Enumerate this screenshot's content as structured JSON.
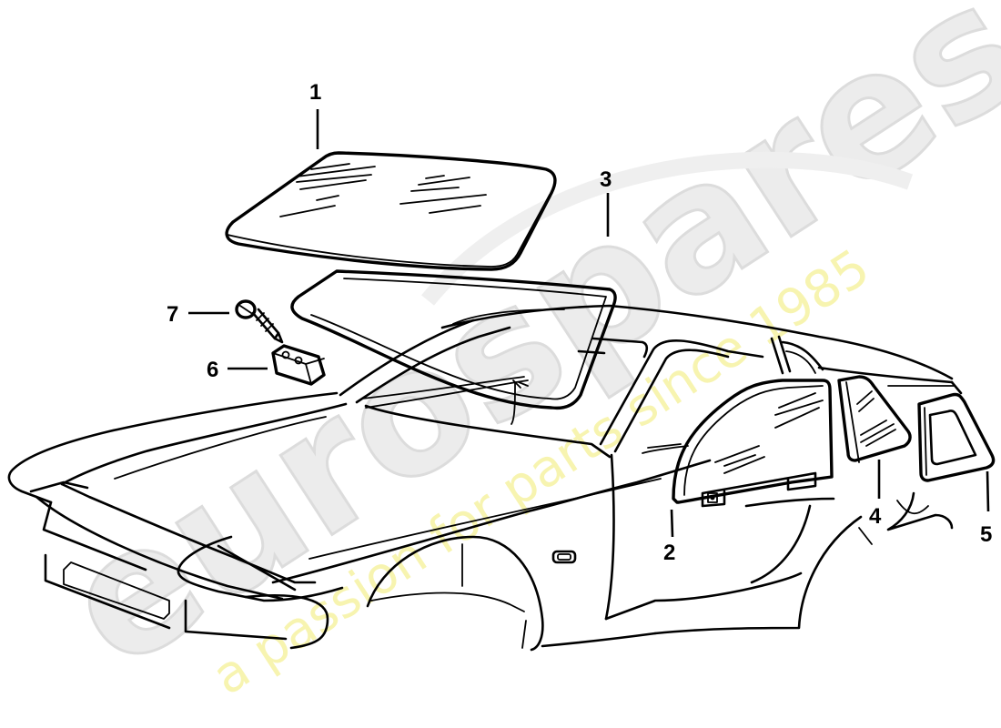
{
  "diagram": {
    "title": "Car body glazing parts diagram",
    "subject": "Coupe body shell with windscreen, door and quarter windows",
    "callouts": [
      {
        "number": "1",
        "part": "windscreen",
        "label": "1"
      },
      {
        "number": "2",
        "part": "door-window-glass",
        "label": "2"
      },
      {
        "number": "3",
        "part": "windscreen-seal",
        "label": "3"
      },
      {
        "number": "4",
        "part": "quarter-vent-window",
        "label": "4"
      },
      {
        "number": "5",
        "part": "rear-side-window",
        "label": "5"
      },
      {
        "number": "6",
        "part": "clip-block",
        "label": "6"
      },
      {
        "number": "7",
        "part": "screw",
        "label": "7"
      }
    ]
  },
  "watermark": {
    "brand": "eurospares",
    "tagline": "a passion for parts since 1985",
    "brand_color": "#e6e6e6",
    "tagline_color": "#f6f3a6"
  },
  "colors": {
    "line": "#000000",
    "background": "#ffffff"
  }
}
